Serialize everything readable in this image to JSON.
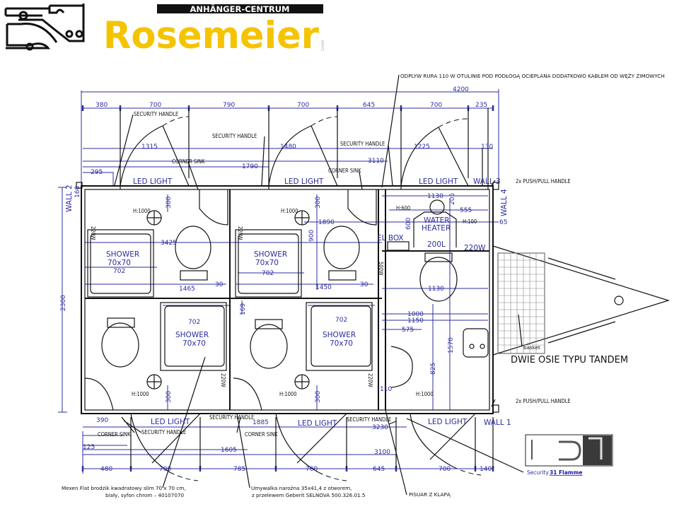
{
  "logo": {
    "band": "ANHÄNGER-CENTRUM",
    "name": "Rosemeier",
    "suffix": "GmbH",
    "brand_color": "#f5c400"
  },
  "notes": {
    "drain": "ODPLYW RURA 110 W OTULINIE POD PODŁOGĄ OCIEPLANA DODATKOWO KABLEM OD WĘŻY ZIMOWYCH",
    "mexen_1": "Mexen Flat brodzik kwadratowy slim 70 x 70 cm,",
    "mexen_2": "biały, syfon chrom – 40107070",
    "sink_1": "Umywalka narożna 35x41,4 z otworem,",
    "sink_2": "z przelewem Geberit SELNOVA 500.326.01.5",
    "urinal": "PISUAR Z KLAPĄ",
    "axles": "DWIE OSIE TYPU  TANDEM",
    "basket": "basket",
    "push_pull_top": "2x PUSH/PULL HANDLE",
    "push_pull_bottom": "2x PUSH/PULL HANDLE",
    "security_prefix": "Security",
    "security_link": "31 Flamme"
  },
  "labels": {
    "security_handle": "SECURITY HANDLE",
    "corner_sink": "CORNER SINK",
    "led_light": "LED LIGHT",
    "shower": "SHOWER",
    "shower_size": "70x70",
    "h1000": "H:1000",
    "h600": "H:600",
    "h100": "H:100",
    "wall1": "WALL 1",
    "wall2": "WALL 2",
    "wall3": "WALL 3",
    "wall4": "WALL 4",
    "el_box": "EL  BOX",
    "water": "WATER",
    "heater": "HEATER",
    "liters": "200L",
    "w220": "220W",
    "w500": "500W"
  },
  "dims": {
    "top": [
      "4200",
      "380",
      "700",
      "790",
      "700",
      "645",
      "700",
      "235"
    ],
    "top2": [
      "1315",
      "1480",
      "3110",
      "1225",
      "130",
      "1790",
      "295"
    ],
    "left": [
      "2300",
      "160"
    ],
    "interior": [
      "300",
      "3425",
      "702",
      "1465",
      "30",
      "300",
      "1890",
      "900",
      "702",
      "1450",
      "30",
      "169",
      "702",
      "702",
      "300",
      "300"
    ],
    "right": [
      "1130",
      "205",
      "555",
      "65",
      "600",
      "1130",
      "1000",
      "1150",
      "575",
      "1570",
      "825",
      "110"
    ],
    "bottom": [
      "390",
      "125",
      "1885",
      "1605",
      "3230",
      "3100"
    ],
    "bottom_row": [
      "480",
      "700",
      "785",
      "700",
      "645",
      "700",
      "140"
    ]
  }
}
